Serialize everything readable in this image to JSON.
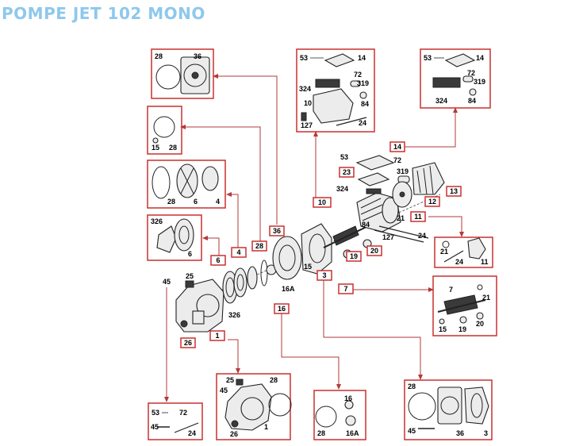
{
  "title": "POMPE JET 102 MONO",
  "colors": {
    "title": "#8ec8ec",
    "box_border": "#c8302f",
    "leader": "#b33a3a"
  },
  "ref_boxes": [
    "6",
    "4",
    "28",
    "36",
    "16",
    "1",
    "3",
    "10",
    "23",
    "14",
    "13",
    "12",
    "11",
    "19",
    "20",
    "7"
  ],
  "detail_boxes": {
    "gasket_diffuser": [
      "28",
      "36"
    ],
    "oring": [
      "15",
      "28"
    ],
    "impeller_set": [
      "28",
      "6",
      "4"
    ],
    "diffuser": [
      "326",
      "6"
    ],
    "motor_head": [
      "53",
      "14",
      "72",
      "319",
      "324",
      "84",
      "10",
      "127",
      "24"
    ],
    "terminal_kit": [
      "53",
      "14",
      "72",
      "319",
      "324",
      "84"
    ],
    "front_bearing": [
      "21",
      "24",
      "11"
    ],
    "rotor": [
      "7",
      "21",
      "15",
      "19",
      "20"
    ],
    "pump_body": [
      "25",
      "28",
      "45",
      "26",
      "1"
    ],
    "seal_kit": [
      "16",
      "28",
      "16A"
    ],
    "flange_kit": [
      "28",
      "45",
      "36",
      "3"
    ],
    "screw_kit": [
      "53",
      "72",
      "45",
      "24"
    ]
  },
  "assembly_labels": [
    "53",
    "72",
    "319",
    "324",
    "21",
    "84",
    "127",
    "24",
    "15",
    "16A",
    "326",
    "25",
    "45",
    "26"
  ]
}
